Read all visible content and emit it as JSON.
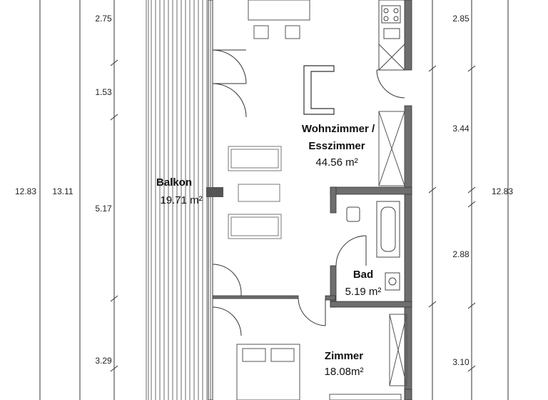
{
  "dimensions": {
    "left_inner": [
      "2.75",
      "1.53",
      "5.17",
      "3.29"
    ],
    "left_total_a": "12.83",
    "left_total_b": "13.11",
    "right_inner": [
      "2.85",
      "3.44",
      "2.88",
      "3.10"
    ],
    "right_total": "12.83"
  },
  "rooms": {
    "wohnzimmer": {
      "name_line1": "Wohnzimmer /",
      "name_line2": "Esszimmer",
      "area": "44.56 m²"
    },
    "balkon": {
      "name": "Balkon",
      "area": "19.71 m²"
    },
    "bad": {
      "name": "Bad",
      "area": "5.19 m²"
    },
    "zimmer": {
      "name": "Zimmer",
      "area": "18.08m²"
    }
  },
  "colors": {
    "wall": "#6e6e6e",
    "line": "#222222",
    "furniture": "#999999"
  }
}
